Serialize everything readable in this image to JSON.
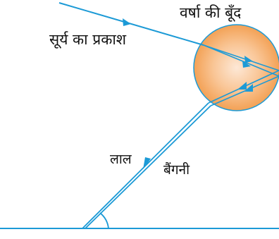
{
  "labels": {
    "sunlight": "सूर्य का प्रकाश",
    "raindrop": "वर्षा की बूँद",
    "red": "लाल",
    "violet": "बैंगनी"
  },
  "colors": {
    "ray": "#1c9ad6",
    "ground": "#1c9ad6",
    "drop_outline": "#1c9ad6",
    "drop_fill_center": "#fde8d6",
    "drop_fill_edge": "#f4a55a",
    "text": "#111111"
  }
}
